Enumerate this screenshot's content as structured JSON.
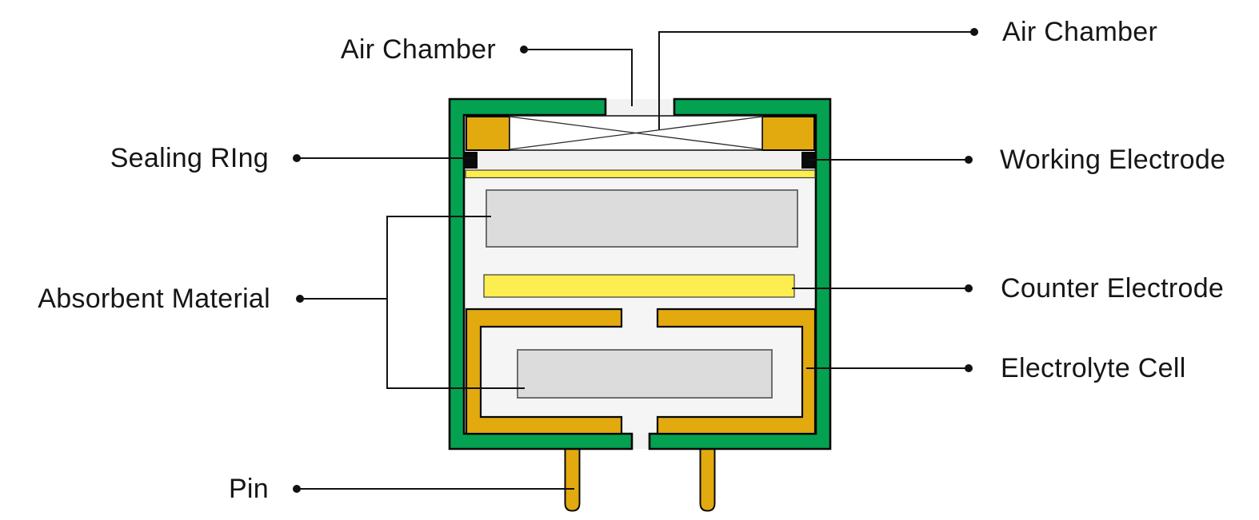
{
  "labels": {
    "air_chamber_left": "Air Chamber",
    "air_chamber_right": "Air Chamber",
    "sealing_ring": "Sealing RIng",
    "working_electrode": "Working Electrode",
    "absorbent_material": "Absorbent Material",
    "counter_electrode": "Counter Electrode",
    "electrolyte_cell": "Electrolyte Cell",
    "pin": "Pin"
  },
  "colors": {
    "casing_green": "#04A151",
    "gold": "#E2AA0E",
    "electrode_yellow": "#FCEE4E",
    "absorbent_gray": "#DCDCDC",
    "seal_black": "#0A0A0A",
    "interior_gray": "#F5F5F6",
    "vent_gray": "#F2F2F2",
    "band_gray": "#F1F1F2",
    "leader_black": "#111111"
  }
}
